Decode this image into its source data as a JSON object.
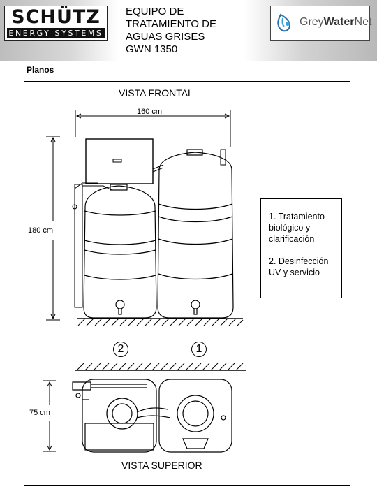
{
  "header": {
    "logo_left": {
      "word": "SCHÜTZ",
      "sub": "ENERGY SYSTEMS"
    },
    "title_lines": [
      "EQUIPO DE",
      "TRATAMIENTO DE",
      "AGUAS GRISES",
      "GWN 1350"
    ],
    "logo_right": {
      "word_a": "Grey",
      "word_b": "Water",
      "word_c": "Net"
    }
  },
  "section_label": "Planos",
  "diagram": {
    "front_view_title": "VISTA FRONTAL",
    "top_view_title": "VISTA SUPERIOR",
    "width_dimension": "160 cm",
    "height_dimension": "180 cm",
    "depth_dimension": "75 cm",
    "tank_numbers": [
      "2",
      "1"
    ]
  },
  "legend": {
    "items": [
      "1. Tratamiento biológico y clarificación",
      "2. Desinfección UV y servicio"
    ]
  }
}
